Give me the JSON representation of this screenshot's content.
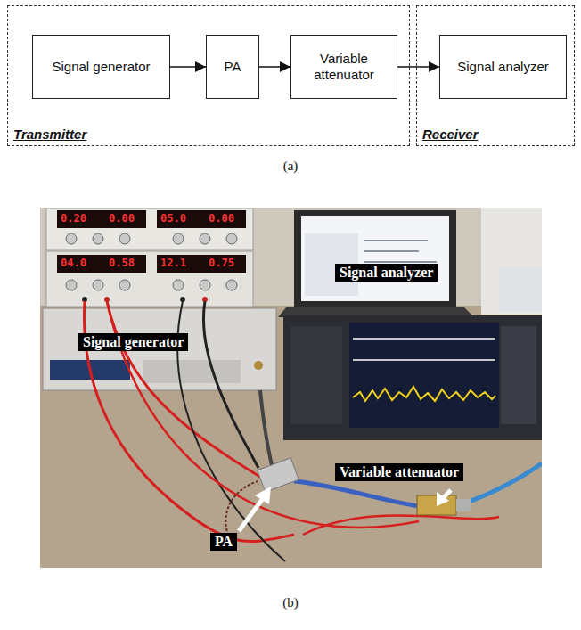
{
  "diagram": {
    "nodes": [
      {
        "text": [
          "Transmitter"
        ]
      },
      {
        "text": [
          "Signal generator"
        ],
        "in": 0
      },
      {
        "text": [
          "PA"
        ],
        "in": 0
      },
      {
        "text": [
          "Variable attenuator"
        ],
        "in": 0
      },
      {
        "text": [
          "Receiver"
        ]
      },
      {
        "text": [
          "Signal analyzer"
        ],
        "in": 4
      }
    ],
    "edges": [
      {
        "from": 1,
        "to": 2,
        "arrow": "to"
      },
      {
        "from": 2,
        "to": 3,
        "arrow": "to"
      },
      {
        "from": 3,
        "to": 5,
        "arrow": "to"
      }
    ],
    "labels": [
      "(a)",
      "0.20",
      "0.00",
      "05.0",
      "0.00",
      "04.0",
      "0.58",
      "12.1",
      "0.75",
      "Signal generator",
      "Signal analyzer",
      "Variable attenuator",
      "PA",
      "(b)"
    ]
  }
}
